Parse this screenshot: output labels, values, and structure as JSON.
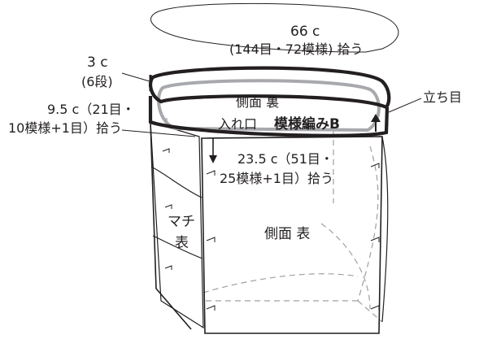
{
  "labels": {
    "top_count": "66 c",
    "top_detail": "(144目・72模様) 拾う",
    "rim_count": "3 c",
    "rim_rows": "(6段)",
    "side_count_line1": "9.5 c（21目・",
    "side_count_line2": "10模様+1目）拾う",
    "front_count_line1": "23.5 c（51目・",
    "front_count_line2": "25模様+1目）拾う",
    "standing_stitch": "立ち目",
    "side_back": "側面 裏",
    "opening_prefix": "入れ口",
    "opening_pattern": "模様編みB",
    "gusset_line1": "マチ",
    "gusset_line2": "表",
    "side_front": "側面 表"
  },
  "colors": {
    "ink": "#231f20",
    "inner_rim": "#a7a9ac",
    "dashed": "#9d9fa2"
  }
}
